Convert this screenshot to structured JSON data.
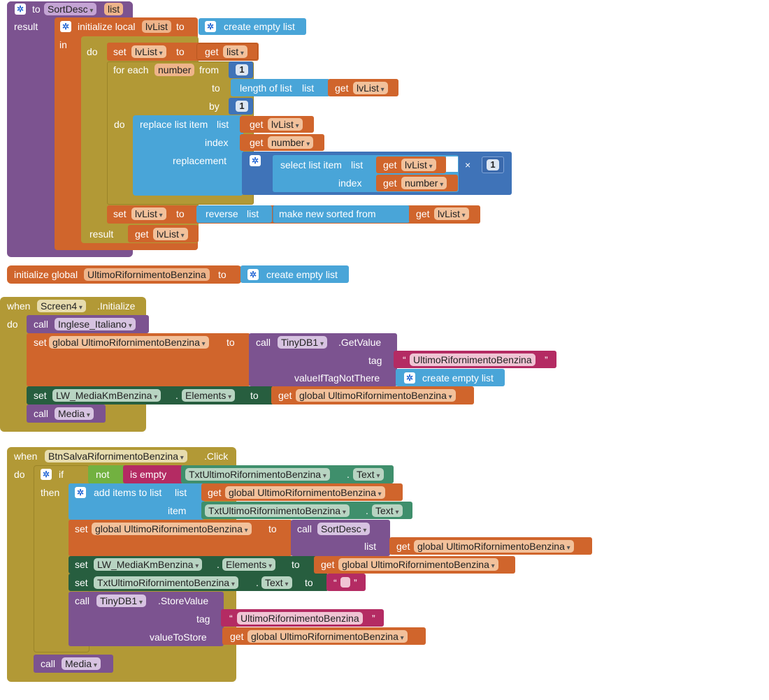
{
  "proc": {
    "to": "to",
    "name": "SortDesc",
    "param": "list",
    "result": "result",
    "init_local": "initialize local",
    "var": "lvList",
    "to2": "to",
    "create_empty": "create empty list",
    "in": "in",
    "do": "do",
    "set": "set",
    "get": "get",
    "for_each": "for each",
    "number": "number",
    "from": "from",
    "from_val": "1",
    "to_lbl": "to",
    "length_of_list": "length of list",
    "list_lbl": "list",
    "by": "by",
    "by_val": "1",
    "replace_item": "replace list item",
    "index": "index",
    "replacement": "replacement",
    "select_item": "select list item",
    "times": "×",
    "one": "1",
    "reverse": "reverse",
    "make_sorted": "make new sorted from",
    "result2": "result"
  },
  "global_init": {
    "label": "initialize global",
    "name": "UltimoRifornimentoBenzina",
    "to": "to",
    "create_empty": "create empty list"
  },
  "screen_init": {
    "when": "when",
    "component": "Screen4",
    "event": ".Initialize",
    "do": "do",
    "call": "call",
    "proc1": "Inglese_Italiano",
    "set": "set",
    "global_var": "global UltimoRifornimentoBenzina",
    "to": "to",
    "db": "TinyDB1",
    "getvalue": ".GetValue",
    "tag": "tag",
    "tag_text": "UltimoRifornimentoBenzina",
    "value_if": "valueIfTagNotThere",
    "create_empty": "create empty list",
    "listview": "LW_MediaKmBenzina",
    "dot": ".",
    "elements": "Elements",
    "get": "get",
    "proc2": "Media"
  },
  "click": {
    "when": "when",
    "component": "BtnSalvaRifornimentoBenzina",
    "event": ".Click",
    "do": "do",
    "if": "if",
    "then": "then",
    "not": "not",
    "is_empty": "is empty",
    "textbox": "TxtUltimoRifornimentoBenzina",
    "text": "Text",
    "add_items": "add items to list",
    "list": "list",
    "item": "item",
    "get": "get",
    "set": "set",
    "to": "to",
    "global_var": "global UltimoRifornimentoBenzina",
    "call": "call",
    "sortdesc": "SortDesc",
    "listview": "LW_MediaKmBenzina",
    "elements": "Elements",
    "db": "TinyDB1",
    "storevalue": ".StoreValue",
    "tag": "tag",
    "tag_text": "UltimoRifornimentoBenzina",
    "value_to_store": "valueToStore",
    "proc2": "Media",
    "dot": ".",
    "quote_open": "“",
    "quote_close": "”"
  }
}
